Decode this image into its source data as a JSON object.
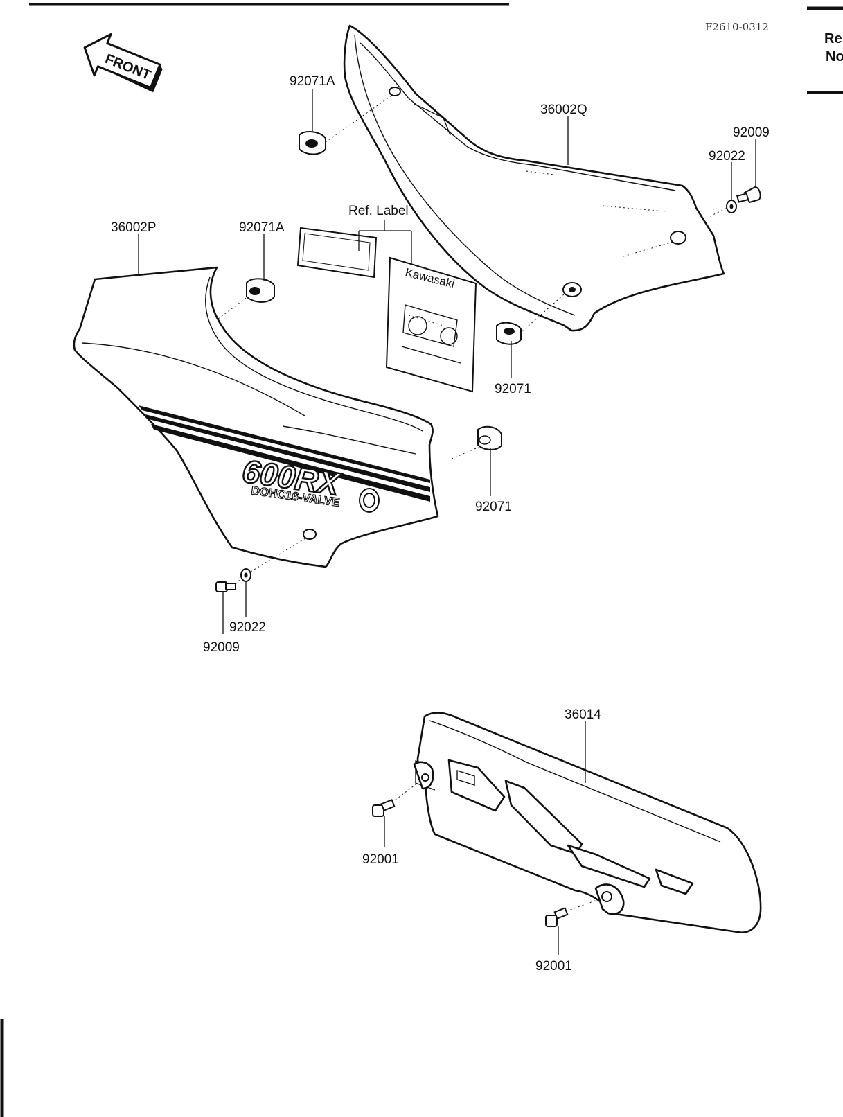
{
  "drawing_code": "F2610-0312",
  "sidebar_heading": {
    "line1": "Re",
    "line2": "No"
  },
  "front_arrow_label": "FRONT",
  "callouts": {
    "left_cover": "36002P",
    "right_cover": "36002Q",
    "chain_cover": "36014",
    "grommet_a_upper": "92071A",
    "grommet_a_left": "92071A",
    "grommet_right": "92071",
    "grommet_left": "92071",
    "washer_right": "92022",
    "bolt_right": "92009",
    "washer_left": "92022",
    "bolt_left": "92009",
    "bolt_chain_upper": "92001",
    "bolt_chain_lower": "92001",
    "ref_label": "Ref. Label"
  },
  "decal": {
    "model": "600RX",
    "engine": "DOHC16-VALVE"
  },
  "label_card_brand": "Kawasaki"
}
